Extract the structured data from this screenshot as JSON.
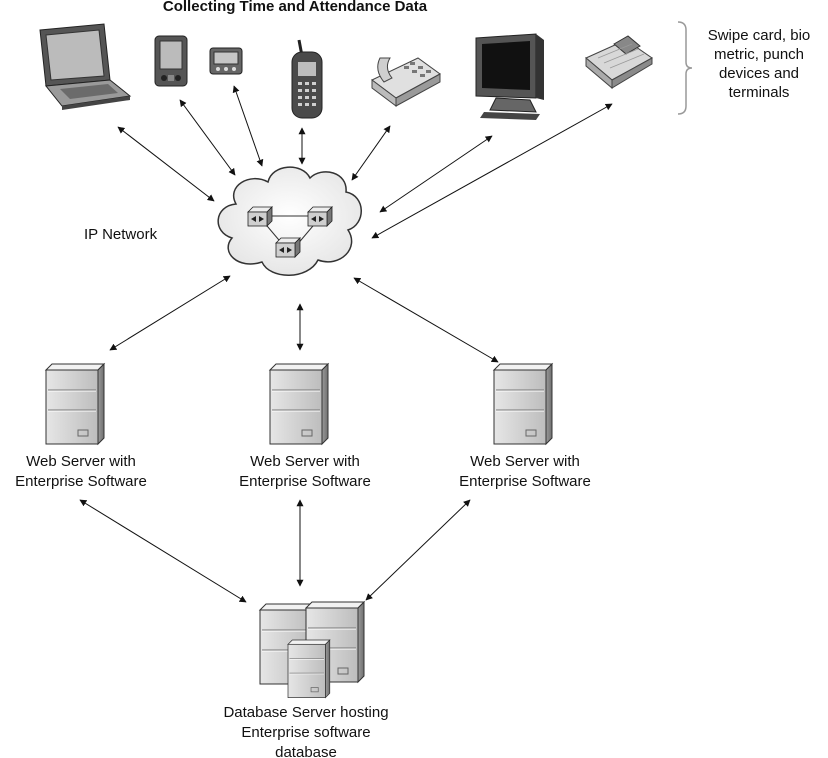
{
  "title": "Collecting Time and Attendance Data",
  "device_group_note": [
    "Swipe card, bio",
    "metric, punch",
    "devices and",
    "terminals"
  ],
  "network": {
    "label": "IP Network",
    "router_count": 3
  },
  "devices": [
    {
      "name": "laptop-icon"
    },
    {
      "name": "pda-icon"
    },
    {
      "name": "pager-icon"
    },
    {
      "name": "mobile-phone-icon"
    },
    {
      "name": "desk-phone-icon"
    },
    {
      "name": "monitor-icon"
    },
    {
      "name": "terminal-icon"
    }
  ],
  "web_servers": [
    {
      "lines": [
        "Web Server with",
        "Enterprise Software"
      ]
    },
    {
      "lines": [
        "Web Server with",
        "Enterprise Software"
      ]
    },
    {
      "lines": [
        "Web Server with",
        "Enterprise Software"
      ]
    }
  ],
  "database_server": {
    "lines": [
      "Database Server hosting",
      "Enterprise software",
      "database"
    ]
  },
  "colors": {
    "line": "#111111",
    "server_light": "#d9d9d9",
    "server_dark": "#8a8a8a",
    "cloud": "#f0f0f0"
  }
}
